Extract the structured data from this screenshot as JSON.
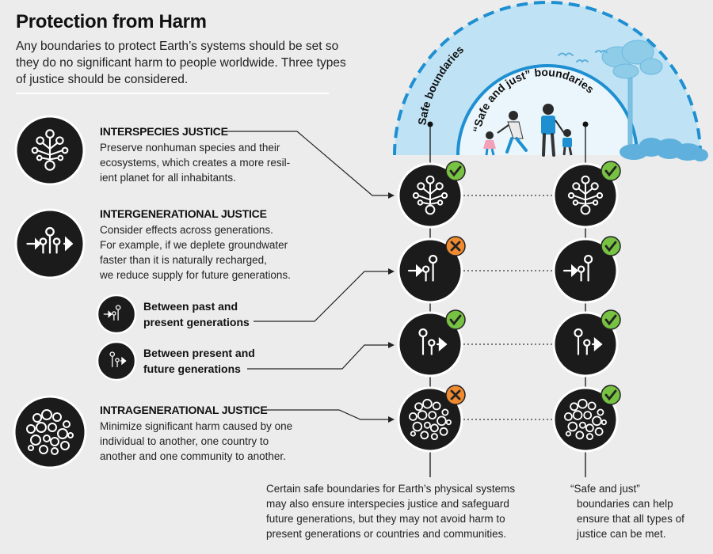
{
  "title": "Protection from Harm",
  "subtitle": "Any boundaries to protect Earth’s systems should be set so they do no significant harm to people worldwide. Three types of justice should be considered.",
  "arcs": {
    "outer_label": "Safe boundaries",
    "inner_label": "“Safe and just” boundaries"
  },
  "justice_types": [
    {
      "heading": "INTERSPECIES JUSTICE",
      "lines": [
        "Preserve nonhuman species and their",
        "ecosystems, which creates a more resil-",
        "ient planet for all inhabitants."
      ],
      "icon": "tree-network-icon"
    },
    {
      "heading": "INTERGENERATIONAL JUSTICE",
      "lines": [
        "Consider effects across generations.",
        "For example, if we deplete groundwater",
        "faster than it is naturally recharged,",
        "we reduce supply for future generations."
      ],
      "icon": "generations-arrows-icon"
    },
    {
      "heading": "INTRAGENERATIONAL JUSTICE",
      "lines": [
        "Minimize significant harm caused by one",
        "individual to another, one country to",
        "another and one community to another."
      ],
      "icon": "bubbles-icon"
    }
  ],
  "subtypes": [
    {
      "lines": [
        "Between past and",
        "present generations"
      ],
      "icon": "past-present-icon"
    },
    {
      "lines": [
        "Between present and",
        "future generations"
      ],
      "icon": "present-future-icon"
    }
  ],
  "columns": {
    "safe": [
      "check",
      "cross",
      "check",
      "cross"
    ],
    "safe_and_just": [
      "check",
      "check",
      "check",
      "check"
    ]
  },
  "footnotes": {
    "safe": [
      "Certain safe boundaries for Earth’s physical systems",
      "may also ensure interspecies justice and safeguard",
      "future generations, but they may not avoid harm to",
      "present generations or countries and communities."
    ],
    "safe_and_just": [
      "“Safe and just”",
      "boundaries can help",
      "ensure that all types of",
      "justice can be met."
    ]
  },
  "colors": {
    "background": "#ececec",
    "sky": "#bfe3f5",
    "icon_dark": "#1b1b1b",
    "check_green": "#77c143",
    "cross_orange": "#f08a30",
    "arc_dash": "#1e8fd1"
  }
}
